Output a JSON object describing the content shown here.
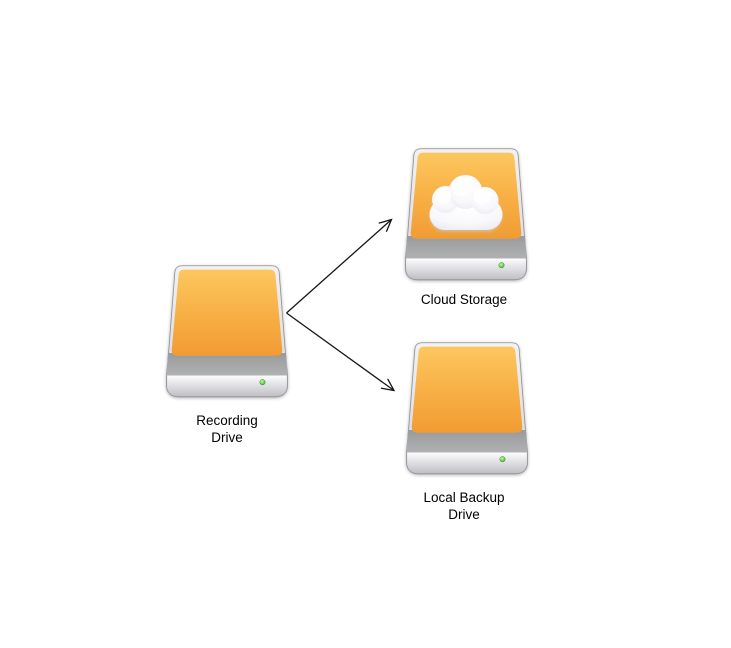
{
  "diagram": {
    "nodes": {
      "recording": {
        "label": "Recording\nDrive",
        "icon": "external-drive-icon"
      },
      "cloud": {
        "label": "Cloud Storage",
        "icon": "external-drive-cloud-icon"
      },
      "local": {
        "label": "Local Backup\nDrive",
        "icon": "external-drive-icon"
      }
    },
    "edges": [
      {
        "from": "Recording Drive",
        "to": "Cloud Storage"
      },
      {
        "from": "Recording Drive",
        "to": "Local Backup Drive"
      }
    ],
    "colors": {
      "background": "#FFFFFF",
      "drive_orange_top": "#FCC75F",
      "drive_orange_bottom": "#F09C33",
      "drive_band_gray": "#A2A2A5",
      "drive_body_silver": "#D8D8DC",
      "led_green": "#55BC3C",
      "cloud_white": "#FFFFFF",
      "arrow": "#151515",
      "label_text": "#000000"
    }
  }
}
